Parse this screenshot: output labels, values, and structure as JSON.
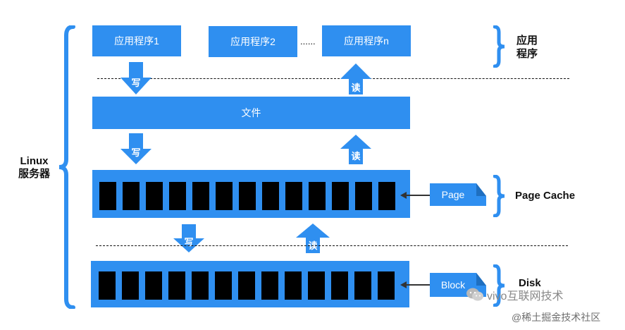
{
  "apps": {
    "app1": "应用程序1",
    "app2": "应用程序2",
    "ellipsis": "......",
    "appn": "应用程序n"
  },
  "file_label": "文件",
  "arrows": {
    "write": "写",
    "read": "读"
  },
  "left_label": {
    "line1": "Linux",
    "line2": "服务器"
  },
  "right_labels": {
    "app_line1": "应用",
    "app_line2": "程序",
    "page_cache": "Page Cache",
    "disk": "Disk"
  },
  "tags": {
    "page": "Page",
    "block": "Block"
  },
  "watermark": {
    "wechat": "vivo互联网技术",
    "site": "@稀土掘金技术社区"
  },
  "colors": {
    "accent": "#2f8ff0",
    "cell": "#000000"
  }
}
